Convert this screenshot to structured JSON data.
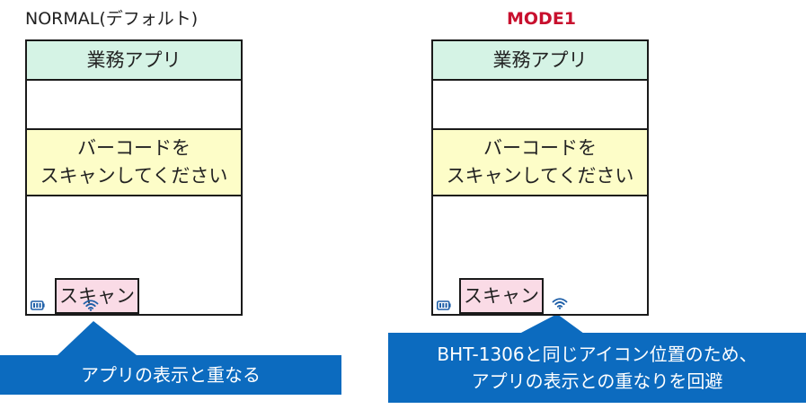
{
  "panels": {
    "normal": {
      "label": "NORMAL(デフォルト)",
      "app_title": "業務アプリ",
      "message_line1": "バーコードを",
      "message_line2": "スキャンしてください",
      "scan_button_label": "スキャン"
    },
    "mode1": {
      "label": "MODE1",
      "app_title": "業務アプリ",
      "message_line1": "バーコードを",
      "message_line2": "スキャンしてください",
      "scan_button_label": "スキャン"
    }
  },
  "callouts": {
    "normal": {
      "text": "アプリの表示と重なる"
    },
    "mode1": {
      "line1": "BHT-1306と同じアイコン位置のため、",
      "line2": "アプリの表示との重なりを回避"
    }
  },
  "colors": {
    "header_bg": "#d5f3e5",
    "message_bg": "#fdfdc8",
    "scan_button_bg": "#fadbe6",
    "callout_bg": "#0c6bbf",
    "mode1_label": "#c8102e",
    "icon_blue": "#1e5fa8"
  },
  "icons": {
    "battery": "battery-icon",
    "wifi": "wifi-icon"
  }
}
